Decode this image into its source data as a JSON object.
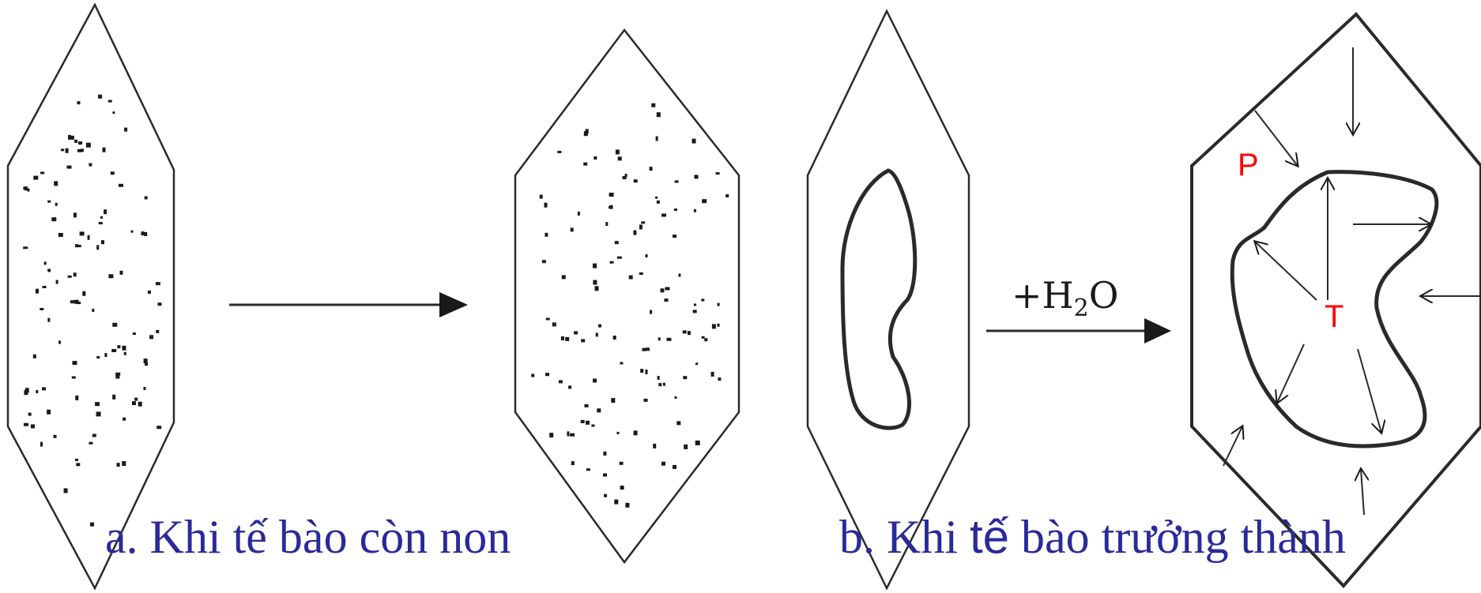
{
  "caption_a": "a. Khi tế bào còn non",
  "caption_b_prefix": "b. Khi ",
  "caption_b_word": "tế",
  "caption_b_suffix": " bào trưởng thành",
  "label_p": "P",
  "label_t": "T",
  "reaction_plus_h": "+H",
  "reaction_sub": "2",
  "reaction_o": "O",
  "colors": {
    "caption": "#2a2a9a",
    "label": "#ff0000",
    "line": "#1a1a1a"
  }
}
